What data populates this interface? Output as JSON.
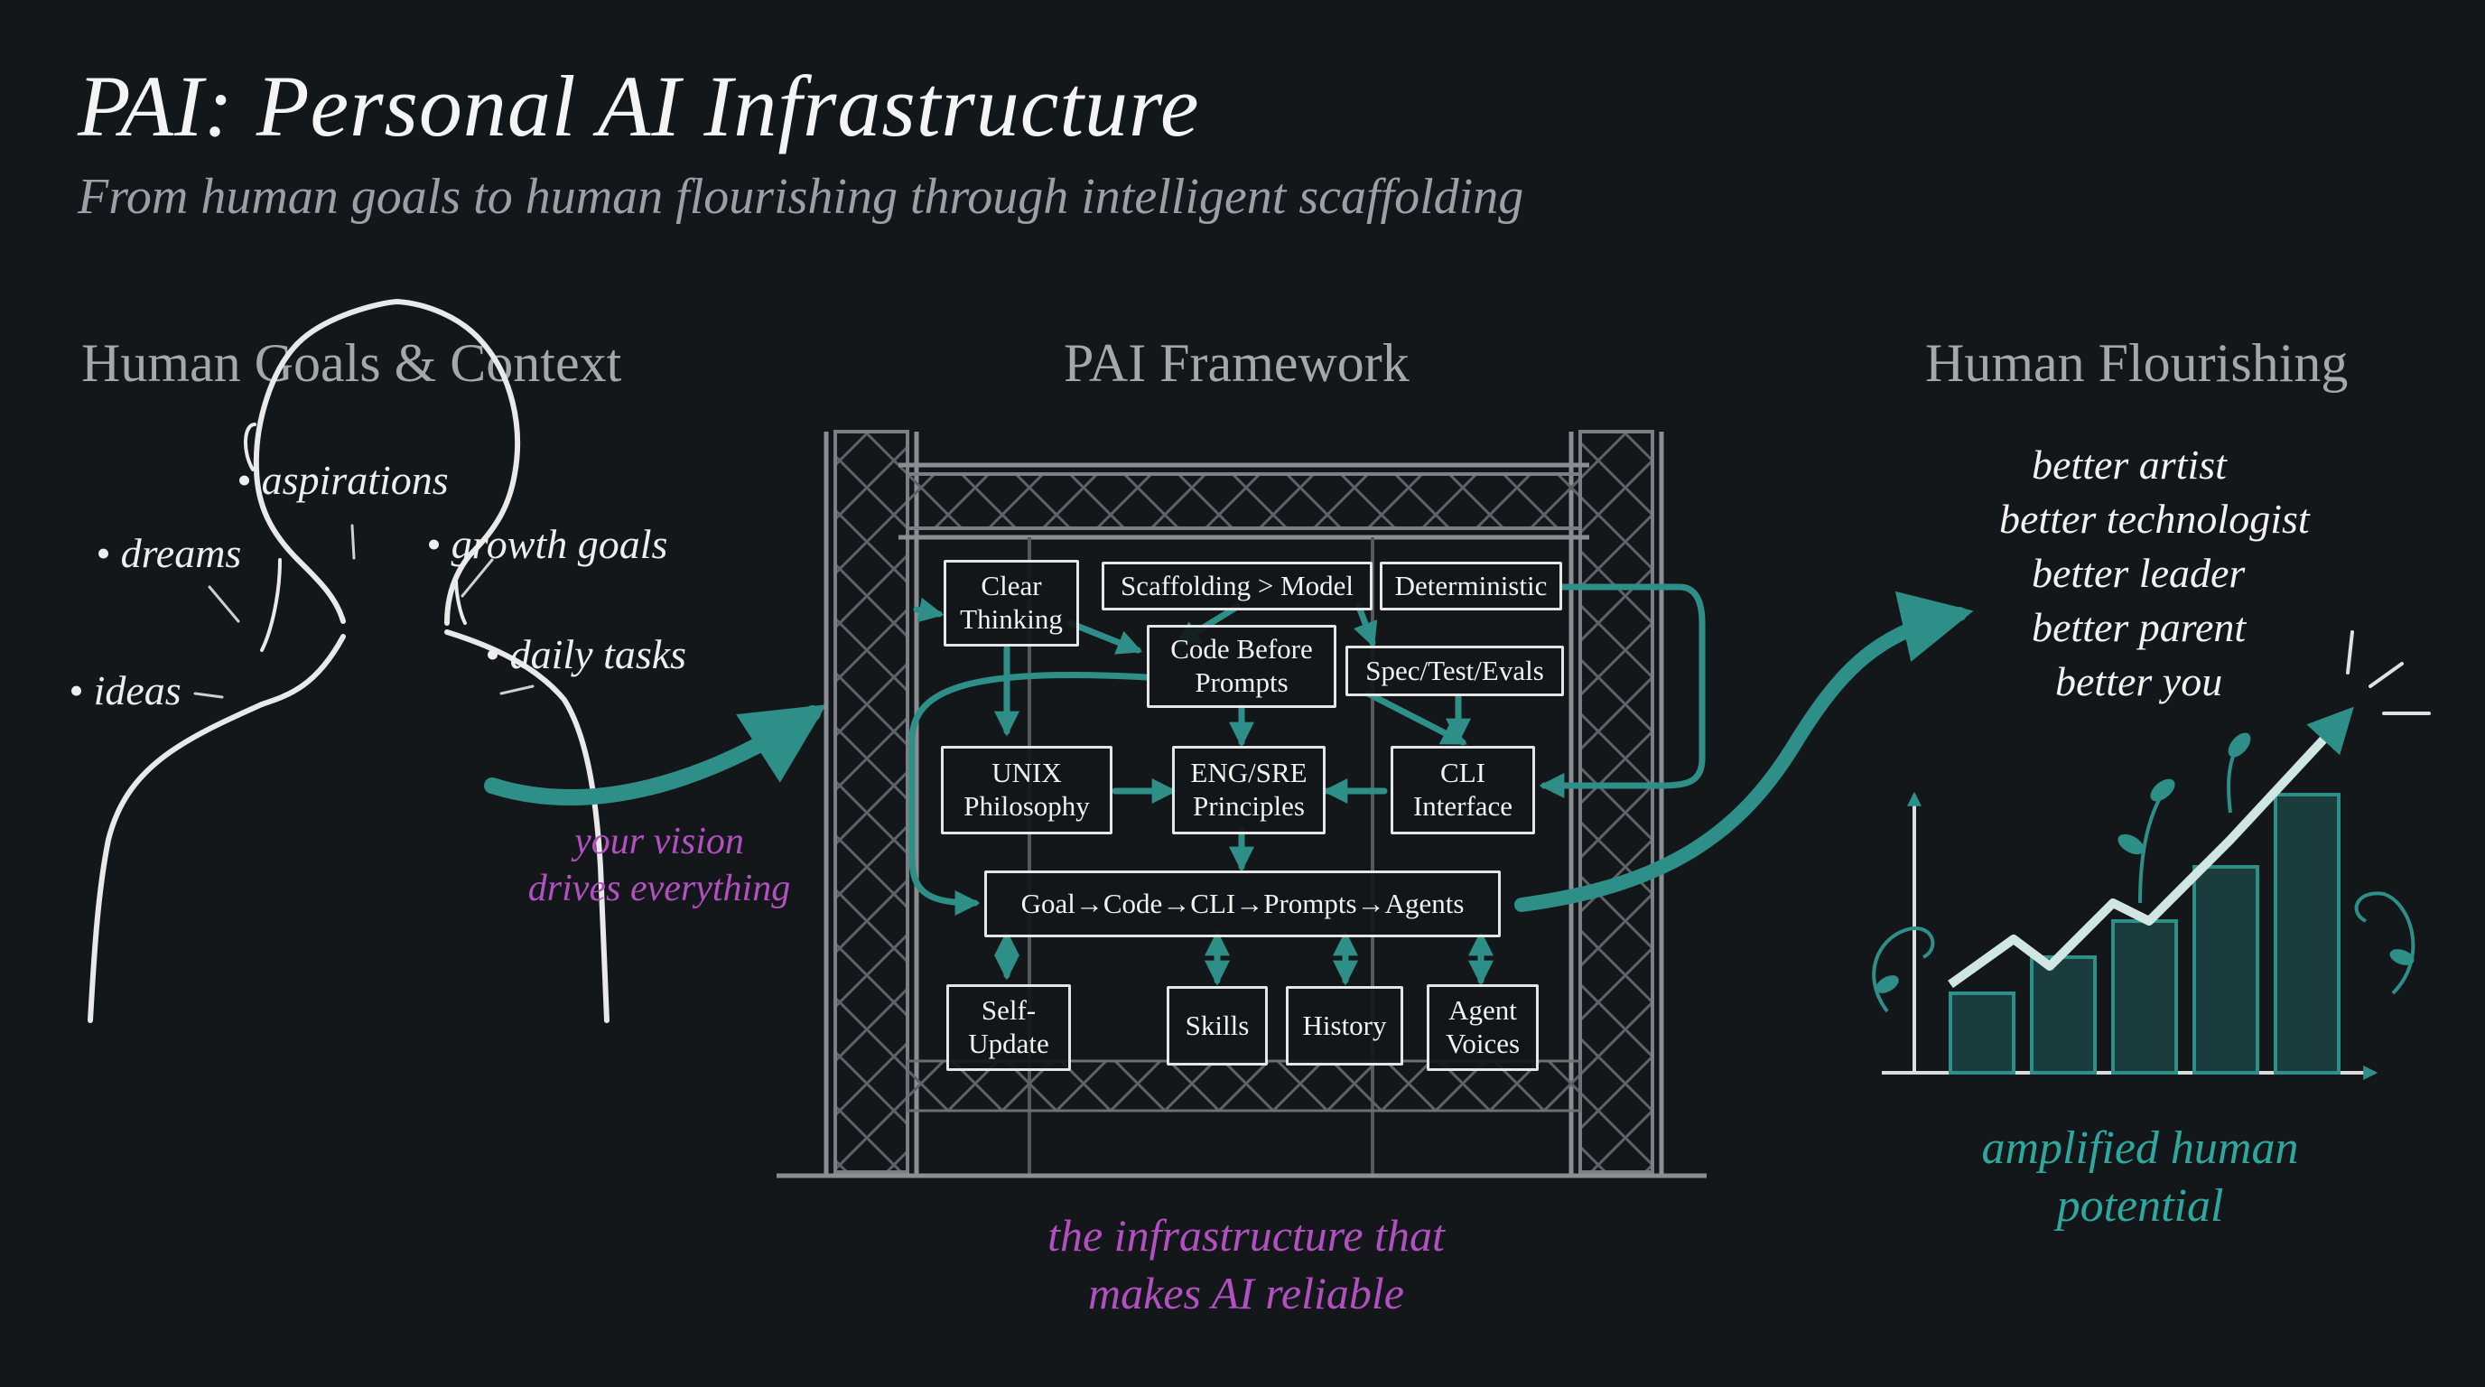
{
  "header": {
    "title": "PAI: Personal AI Infrastructure",
    "subtitle": "From human goals to human flourishing through intelligent scaffolding"
  },
  "columns": {
    "left": "Human Goals & Context",
    "middle": "PAI Framework",
    "right": "Human Flourishing"
  },
  "goals": {
    "aspirations": "• aspirations",
    "dreams": "• dreams",
    "growth": "• growth goals",
    "daily": "• daily tasks",
    "ideas": "• ideas"
  },
  "vision_caption": {
    "line1": "your vision",
    "line2": "drives everything"
  },
  "framework": {
    "clear_thinking": {
      "line1": "Clear",
      "line2": "Thinking"
    },
    "scaffolding_model": "Scaffolding > Model",
    "deterministic": "Deterministic",
    "code_before_prompts": {
      "line1": "Code Before",
      "line2": "Prompts"
    },
    "spec_test_evals": "Spec/Test/Evals",
    "unix": {
      "line1": "UNIX",
      "line2": "Philosophy"
    },
    "eng_sre": {
      "line1": "ENG/SRE",
      "line2": "Principles"
    },
    "cli": {
      "line1": "CLI",
      "line2": "Interface"
    },
    "pipeline": "Goal→Code→CLI→Prompts→Agents",
    "self_update": {
      "line1": "Self-",
      "line2": "Update"
    },
    "skills": "Skills",
    "history": "History",
    "agent_voices": {
      "line1": "Agent",
      "line2": "Voices"
    }
  },
  "infra_caption": {
    "line1": "the infrastructure that",
    "line2": "makes AI reliable"
  },
  "flourishing": {
    "items": [
      "better artist",
      "better technologist",
      "better leader",
      "better parent",
      "better you"
    ]
  },
  "potential_caption": {
    "line1": "amplified human",
    "line2": "potential"
  },
  "colors": {
    "background": "#141719",
    "teal": "#2e8f88",
    "pink": "#b24fc1",
    "teal_text": "#2ea79f"
  }
}
